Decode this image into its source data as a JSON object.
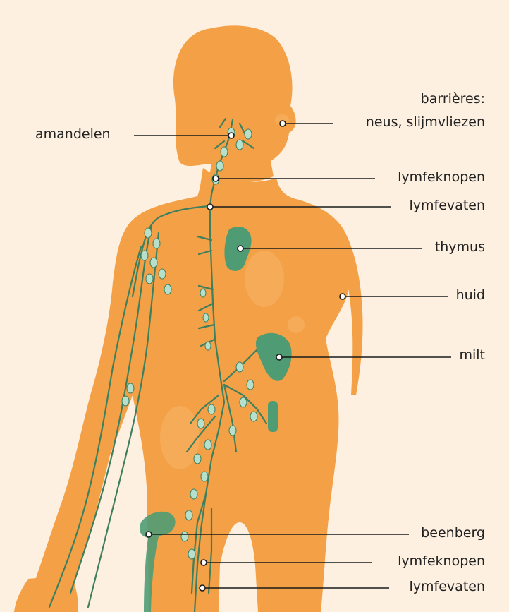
{
  "colors": {
    "background": "#fdf0e0",
    "body": "#f4a046",
    "body_highlight": "#f8b468",
    "lymph": "#3e7f5e",
    "node": "#b7e0cc",
    "organ": "#4f9c74",
    "line": "#1a1a1a"
  },
  "labels": {
    "barrieres_title": "barrières:",
    "barrieres_detail": "neus, slijmvliezen",
    "amandelen": "amandelen",
    "lymfeknopen_top": "lymfeknopen",
    "lymfevaten_top": "lymfevaten",
    "thymus": "thymus",
    "huid": "huid",
    "milt": "milt",
    "beenberg": "beenberg",
    "lymfeknopen_bottom": "lymfeknopen",
    "lymfevaten_bottom": "lymfevaten"
  }
}
